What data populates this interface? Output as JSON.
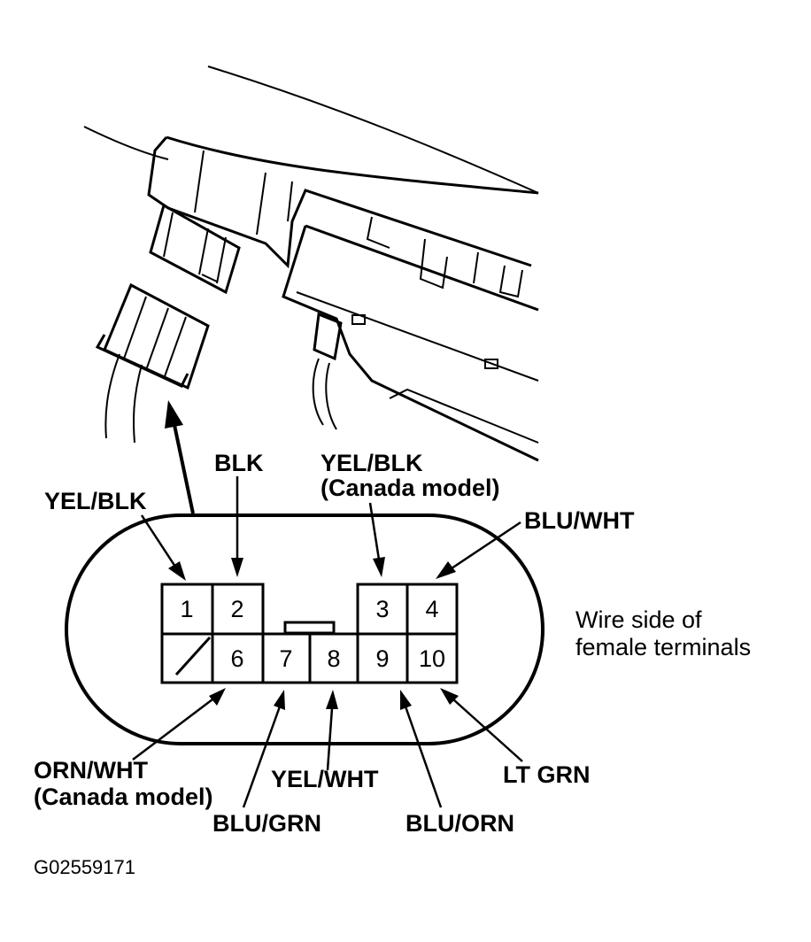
{
  "connector": {
    "pins": [
      {
        "num": "1",
        "wire": "YEL/BLK"
      },
      {
        "num": "2",
        "wire": "BLK"
      },
      {
        "num": "3",
        "wire": "YEL/BLK",
        "note": "(Canada model)"
      },
      {
        "num": "4",
        "wire": "BLU/WHT"
      },
      {
        "num": "6",
        "wire": "ORN/WHT",
        "note": "(Canada model)"
      },
      {
        "num": "7",
        "wire": "BLU/GRN"
      },
      {
        "num": "8",
        "wire": "YEL/WHT"
      },
      {
        "num": "9",
        "wire": "BLU/ORN"
      },
      {
        "num": "10",
        "wire": "LT GRN"
      }
    ],
    "caption": [
      "Wire side of",
      "female terminals"
    ]
  },
  "figure_code": "G02559171"
}
